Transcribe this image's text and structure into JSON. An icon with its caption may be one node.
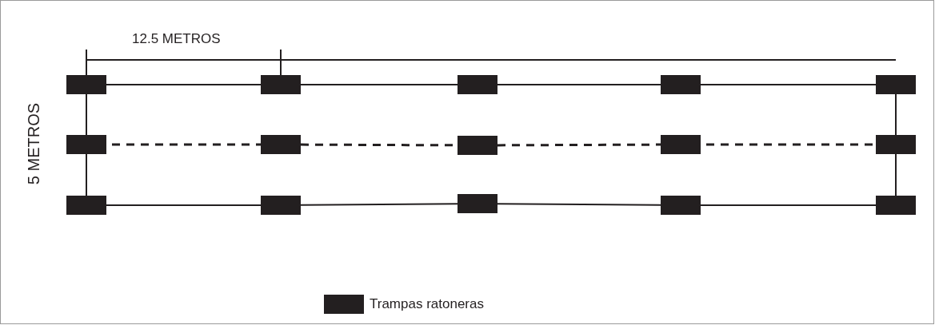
{
  "diagram": {
    "nodes": [
      {
        "text": [],
        "shape": "box"
      },
      {
        "text": [],
        "shape": "box"
      },
      {
        "text": [],
        "shape": "box"
      },
      {
        "text": [],
        "shape": "box"
      },
      {
        "text": [],
        "shape": "box"
      },
      {
        "text": [],
        "shape": "box"
      },
      {
        "text": [],
        "shape": "box"
      },
      {
        "text": [],
        "shape": "box"
      },
      {
        "text": [],
        "shape": "box"
      },
      {
        "text": [],
        "shape": "box"
      },
      {
        "text": [],
        "shape": "box"
      },
      {
        "text": [],
        "shape": "box"
      },
      {
        "text": [],
        "shape": "box"
      },
      {
        "text": [],
        "shape": "box"
      },
      {
        "text": [],
        "shape": "box"
      }
    ],
    "edges": [
      {
        "from": 0,
        "to": 1,
        "arrow": "none"
      },
      {
        "from": 1,
        "to": 2,
        "arrow": "none"
      },
      {
        "from": 2,
        "to": 3,
        "arrow": "none"
      },
      {
        "from": 3,
        "to": 4,
        "arrow": "none"
      },
      {
        "from": 5,
        "to": 6,
        "arrow": "none",
        "style": "dashed"
      },
      {
        "from": 6,
        "to": 7,
        "arrow": "none",
        "style": "dashed"
      },
      {
        "from": 7,
        "to": 8,
        "arrow": "none",
        "style": "dashed"
      },
      {
        "from": 8,
        "to": 9,
        "arrow": "none",
        "style": "dashed"
      },
      {
        "from": 10,
        "to": 11,
        "arrow": "none"
      },
      {
        "from": 11,
        "to": 12,
        "arrow": "none"
      },
      {
        "from": 12,
        "to": 13,
        "arrow": "none"
      },
      {
        "from": 13,
        "to": 14,
        "arrow": "none"
      },
      {
        "from": 0,
        "to": 5,
        "arrow": "none"
      },
      {
        "from": 5,
        "to": 10,
        "arrow": "none"
      },
      {
        "from": 4,
        "to": 9,
        "arrow": "none"
      },
      {
        "from": 9,
        "to": 14,
        "arrow": "none"
      }
    ],
    "labels": [
      "12.5 METROS",
      "5 METROS"
    ],
    "legend": [
      {
        "text": "Trampas ratoneras",
        "color": "#231f20"
      }
    ]
  }
}
